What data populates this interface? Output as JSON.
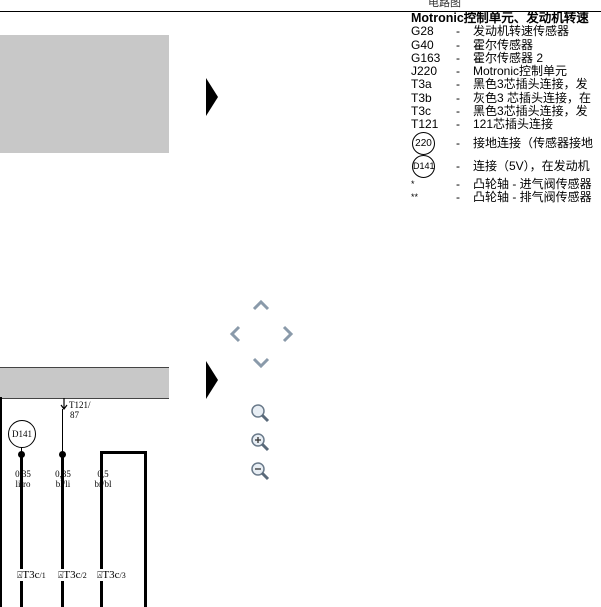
{
  "header": {
    "top_label": "电路图"
  },
  "legend": {
    "title": "Motronic控制单元、发动机转速",
    "items": [
      {
        "code": "G28",
        "desc": "发动机转速传感器"
      },
      {
        "code": "G40",
        "desc": "霍尔传感器"
      },
      {
        "code": "G163",
        "desc": "霍尔传感器 2"
      },
      {
        "code": "J220",
        "desc": "Motronic控制单元"
      },
      {
        "code": "T3a",
        "desc": "黑色3芯插头连接，发"
      },
      {
        "code": "T3b",
        "desc": "灰色3 芯插头连接，在"
      },
      {
        "code": "T3c",
        "desc": "黑色3芯插头连接，发"
      },
      {
        "code": "T121",
        "desc": "121芯插头连接"
      }
    ],
    "circle_items": [
      {
        "code": "220",
        "desc": "接地连接（传感器接地"
      },
      {
        "code": "D141",
        "desc": "连接（5V），在发动机"
      }
    ],
    "star_items": [
      {
        "code": "*",
        "desc": "凸轮轴 - 进气阀传感器"
      },
      {
        "code": "**",
        "desc": "凸轮轴 - 排气阀传感器"
      }
    ],
    "dash": "-"
  },
  "navigation": {
    "up": "chevron-up-icon",
    "down": "chevron-down-icon",
    "left": "chevron-left-icon",
    "right": "chevron-right-icon"
  },
  "zoom": {
    "zoom_fit": "magnifier-icon",
    "zoom_in": "zoom-in-icon",
    "zoom_out": "zoom-out-icon"
  },
  "schematic": {
    "connector_top": "T121/",
    "connector_top_pin": "87",
    "node_d141": "D141",
    "wires": [
      {
        "size": "0,35",
        "color": "li/ro"
      },
      {
        "size": "0,35",
        "color": "bl/li"
      },
      {
        "size": "0,5",
        "color": "br/bl"
      }
    ],
    "pins": [
      {
        "name": "T3c",
        "pin": "/1"
      },
      {
        "name": "T3c",
        "pin": "/2"
      },
      {
        "name": "T3c",
        "pin": "/3"
      }
    ]
  }
}
